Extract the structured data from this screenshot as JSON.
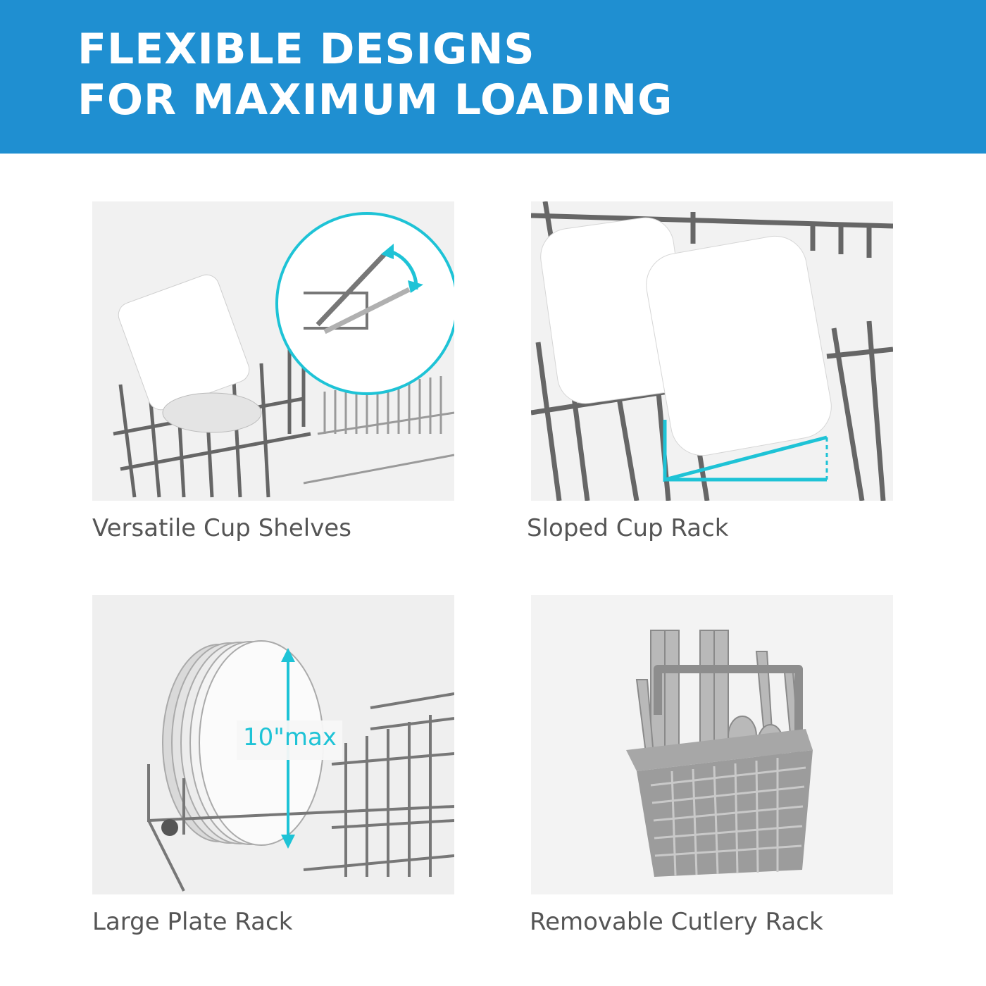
{
  "header": {
    "title_line1": "FLEXIBLE DESIGNS",
    "title_line2": "FOR MAXIMUM LOADING",
    "background_color": "#1f8fd1",
    "text_color": "#ffffff"
  },
  "features": [
    {
      "caption": "Versatile Cup Shelves"
    },
    {
      "caption": "Sloped Cup Rack"
    },
    {
      "caption": "Large Plate Rack",
      "annotation": "10\"max"
    },
    {
      "caption": "Removable Cutlery Rack"
    }
  ],
  "colors": {
    "accent": "#1ec3d6",
    "rack_gray": "#6e6e6e",
    "caption_text": "#555555"
  }
}
